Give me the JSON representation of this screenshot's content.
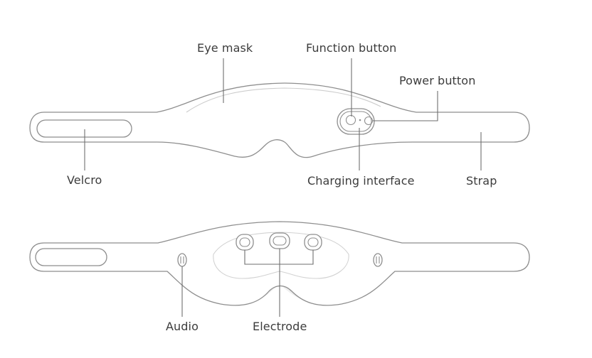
{
  "labels": {
    "eye_mask": "Eye mask",
    "function_button": "Function button",
    "power_button": "Power button",
    "velcro": "Velcro",
    "charging_interface": "Charging interface",
    "strap": "Strap",
    "audio": "Audio",
    "electrode": "Electrode"
  },
  "colors": {
    "outline": "#8e8e8e",
    "leader": "#6e6e6e",
    "text": "#3c3c3c",
    "padding_shade": "#efefef"
  }
}
